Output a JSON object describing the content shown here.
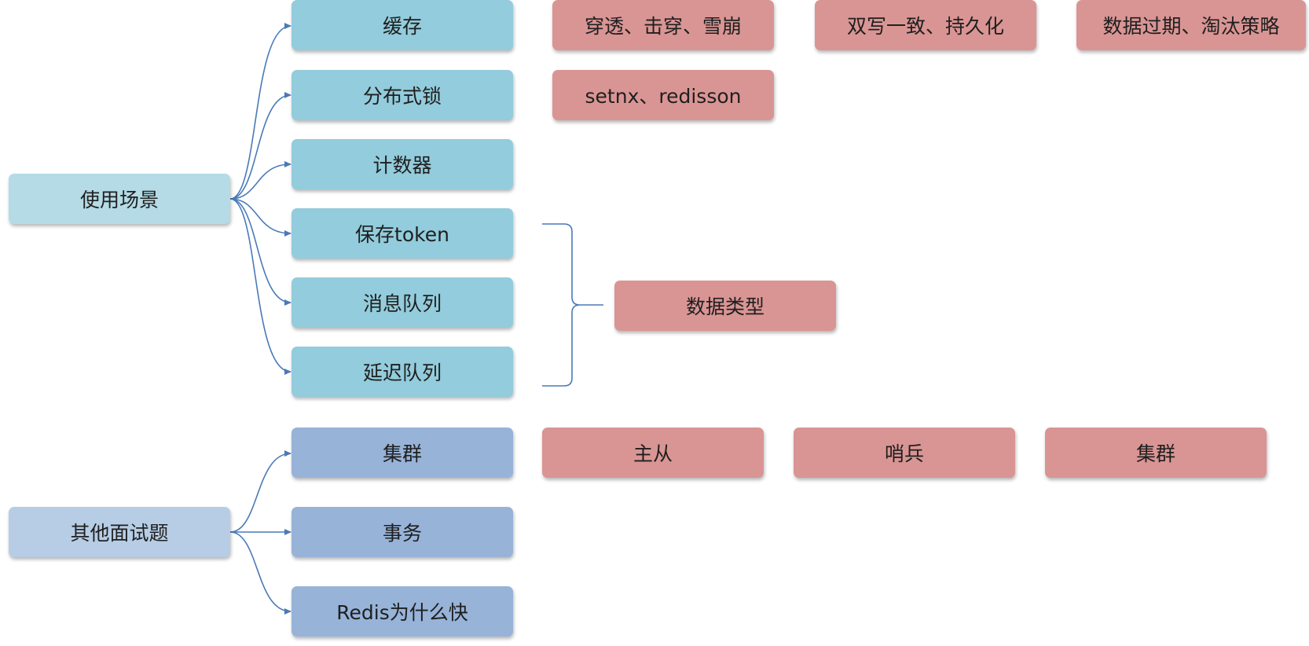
{
  "colors": {
    "root_a": "#b4dbe6",
    "root_b": "#b7cde6",
    "category_a": "#93ccdc",
    "category_b": "#97b3d8",
    "leaf": "#d99594",
    "connector": "#4a7ab8"
  },
  "groups": [
    {
      "label": "使用场景",
      "items": [
        {
          "label": "缓存",
          "details": [
            "穿透、击穿、雪崩",
            "双写一致、持久化",
            "数据过期、淘汰策略"
          ]
        },
        {
          "label": "分布式锁",
          "details": [
            "setnx、redisson"
          ]
        },
        {
          "label": "计数器",
          "details": []
        },
        {
          "label": "保存token",
          "details": []
        },
        {
          "label": "消息队列",
          "details": []
        },
        {
          "label": "延迟队列",
          "details": []
        }
      ],
      "bracket_label": "数据类型"
    },
    {
      "label": "其他面试题",
      "items": [
        {
          "label": "集群",
          "details": [
            "主从",
            "哨兵",
            "集群"
          ]
        },
        {
          "label": "事务",
          "details": []
        },
        {
          "label": "Redis为什么快",
          "details": []
        }
      ]
    }
  ]
}
